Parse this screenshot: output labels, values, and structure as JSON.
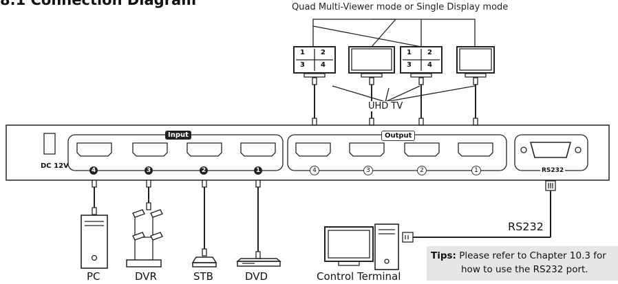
{
  "title": "8.1 Connection Diagram",
  "mode_text": "Quad Multi-Viewer mode  or  Single Display mode",
  "uhd_label": "UHD TV",
  "input_label": "Input",
  "output_label": "Output",
  "dc_label": "DC 12V",
  "rs232_port_label": "RS232",
  "rs232_cable_label": "RS232",
  "quad_cells": [
    "1",
    "2",
    "3",
    "4"
  ],
  "input_numbers": [
    "4",
    "3",
    "2",
    "1"
  ],
  "output_numbers": [
    "4",
    "3",
    "2",
    "1"
  ],
  "sources": [
    "PC",
    "DVR",
    "STB",
    "DVD"
  ],
  "control_terminal": "Control Terminal",
  "tips": {
    "prefix": "Tips:",
    "line1": "Please refer to Chapter 10.3 for",
    "line2": "how to use the RS232 port."
  }
}
